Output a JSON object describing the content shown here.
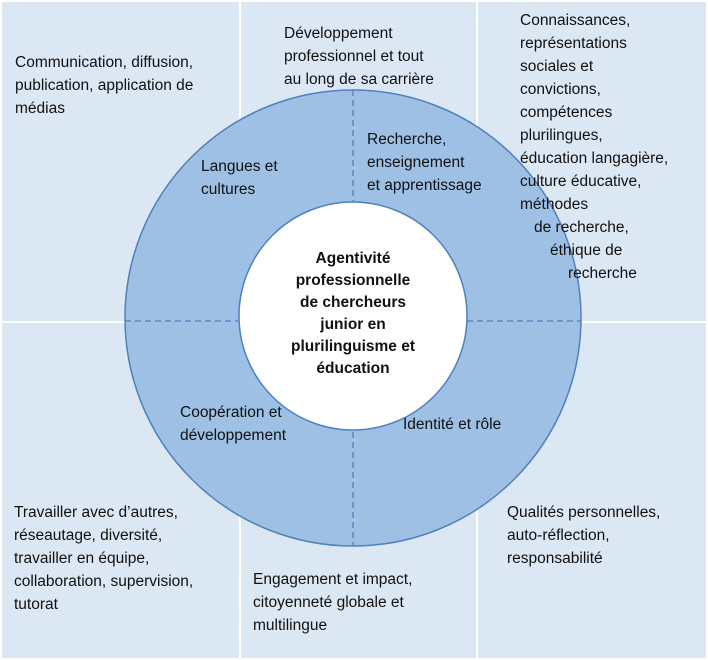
{
  "diagram": {
    "center": {
      "lines": [
        "Agentivité",
        "professionnelle",
        "de chercheurs",
        "junior en",
        "plurilinguisme et",
        "éducation"
      ]
    },
    "ring_segments": {
      "top_left": [
        "Langues et",
        "cultures"
      ],
      "top_right": [
        "Recherche,",
        "enseignement",
        "et apprentissage"
      ],
      "bottom_left": [
        "Coopération et",
        "développement"
      ],
      "bottom_right": [
        "Identité et rôle"
      ]
    },
    "outer_cells": {
      "top_left": [
        "Communication, diffusion,",
        "publication, application de",
        "médias"
      ],
      "top_middle": [
        "Développement",
        "professionnel et tout",
        "au long de sa carrière"
      ],
      "top_right": [
        "Connaissances,",
        "représentations",
        "sociales et",
        "convictions,",
        "compétences",
        "plurilingues,",
        "éducation langagière,",
        "culture éducative,",
        "méthodes",
        "de recherche,",
        "éthique de",
        "recherche"
      ],
      "bottom_left": [
        "Travailler avec d’autres,",
        "réseautage, diversité,",
        "travailler en équipe,",
        "collaboration, supervision,",
        "tutorat"
      ],
      "bottom_middle": [
        "Engagement et impact,",
        "citoyenneté globale et",
        "multilingue"
      ],
      "bottom_right": [
        "Qualités personnelles,",
        "auto-réflection,",
        "responsabilité"
      ]
    },
    "colors": {
      "cell_fill": "#dce7f4",
      "ring_fill": "#9dc0e4",
      "ring_stroke": "#4f81bd",
      "center_fill": "#ffffff"
    }
  }
}
